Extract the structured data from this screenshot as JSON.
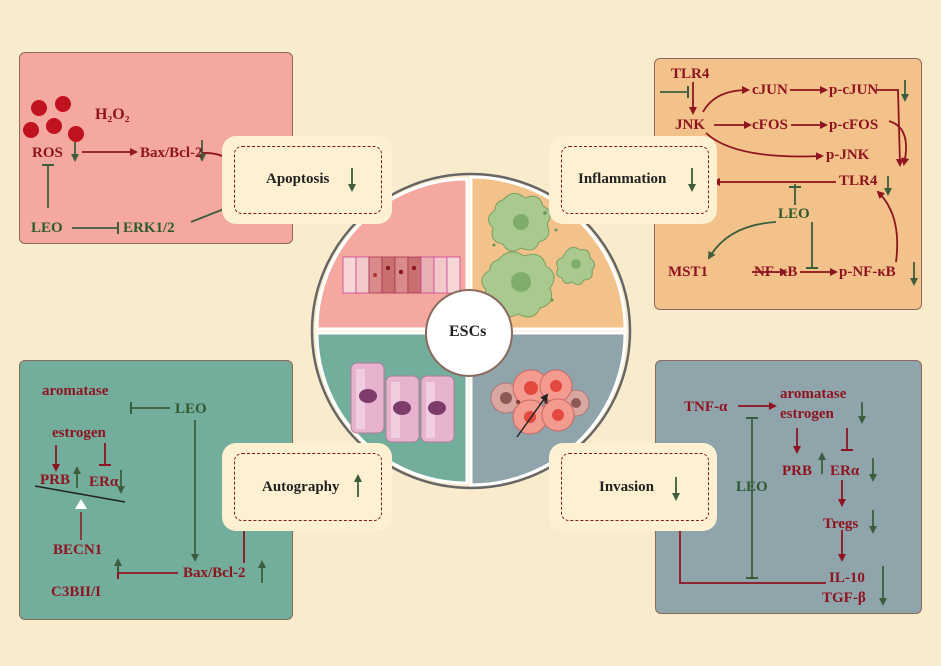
{
  "center": {
    "label": "ESCs"
  },
  "apoptosis": {
    "tab": "Apoptosis",
    "h2o2": "H₂O₂",
    "ros": "ROS",
    "bax": "Bax/Bcl-2",
    "leo": "LEO",
    "erk": "ERK1/2"
  },
  "inflammation": {
    "tab": "Inflammation",
    "tlr4_top": "TLR4",
    "jnk": "JNK",
    "cjun": "cJUN",
    "pcjun": "p-cJUN",
    "cfos": "cFOS",
    "pcfos": "p-cFOS",
    "pjnk": "p-JNK",
    "tlr4": "TLR4",
    "leo": "LEO",
    "mst1": "MST1",
    "nfkb": "NF-κB",
    "pnfkb": "p-NF-κB"
  },
  "autography": {
    "tab": "Autography",
    "aromatase": "aromatase",
    "leo": "LEO",
    "estrogen": "estrogen",
    "prb": "PRB",
    "era": "ERα",
    "becn1": "BECN1",
    "c3b": "C3BII/I",
    "bax": "Bax/Bcl-2"
  },
  "invasion": {
    "tab": "Invasion",
    "tnf": "TNF-α",
    "aromatase": "aromatase",
    "estrogen": "estrogen",
    "leo": "LEO",
    "prb": "PRB",
    "era": "ERα",
    "tregs": "Tregs",
    "il10": "IL-10",
    "tgf": "TGF-β"
  },
  "colors": {
    "apoptosis_panel": "#f5a8a0",
    "inflammation_panel": "#f3c18a",
    "autography_panel": "#73ad9c",
    "invasion_panel": "#90a4ac",
    "red_text": "#8e1420",
    "green_text": "#2e5a2e"
  }
}
